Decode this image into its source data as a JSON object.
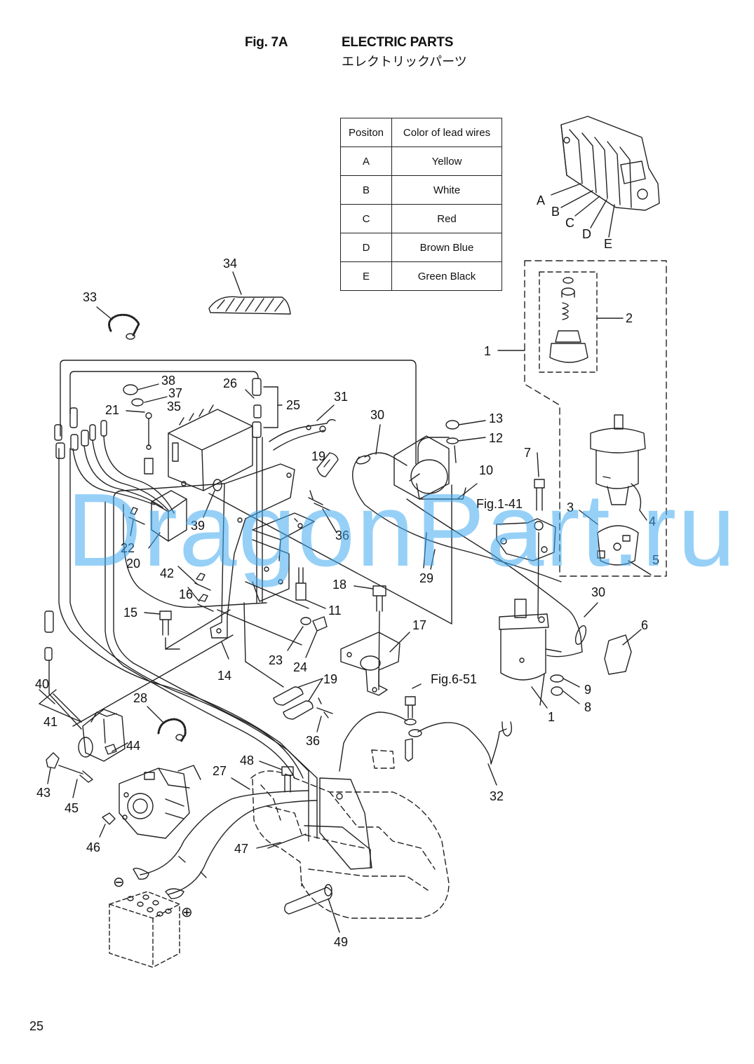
{
  "header": {
    "figure": "Fig. 7A",
    "title_en": "ELECTRIC PARTS",
    "title_jp": "エレクトリックパーツ"
  },
  "wire_table": {
    "headers": [
      "Positon",
      "Color of lead wires"
    ],
    "rows": [
      {
        "pos": "A",
        "color": "Yellow"
      },
      {
        "pos": "B",
        "color": "White"
      },
      {
        "pos": "C",
        "color": "Red"
      },
      {
        "pos": "D",
        "color": "Brown Blue"
      },
      {
        "pos": "E",
        "color": "Green Black"
      }
    ]
  },
  "refs": {
    "fig1_41": "Fig.1-41",
    "fig6_51": "Fig.6-51"
  },
  "callouts": {
    "n1": "1",
    "n2": "2",
    "n3": "3",
    "n4": "4",
    "n5": "5",
    "n6": "6",
    "n7": "7",
    "n8": "8",
    "n9": "9",
    "n10": "10",
    "n11": "11",
    "n12": "12",
    "n13": "13",
    "n14": "14",
    "n15": "15",
    "n16": "16",
    "n17": "17",
    "n18": "18",
    "n19": "19",
    "n20": "20",
    "n21": "21",
    "n22": "22",
    "n23": "23",
    "n24": "24",
    "n25": "25",
    "n26": "26",
    "n27": "27",
    "n28": "28",
    "n29": "29",
    "n30": "30",
    "n31": "31",
    "n32": "32",
    "n33": "33",
    "n34": "34",
    "n35": "35",
    "n36": "36",
    "n37": "37",
    "n38": "38",
    "n39": "39",
    "n40": "40",
    "n41": "41",
    "n42": "42",
    "n43": "43",
    "n44": "44",
    "n45": "45",
    "n46": "46",
    "n47": "47",
    "n48": "48",
    "n49": "49",
    "lA": "A",
    "lB": "B",
    "lC": "C",
    "lD": "D",
    "lE": "E"
  },
  "battery": {
    "minus": "⊖",
    "plus": "⊕"
  },
  "watermark": "DragonPart.ru",
  "page_number": "25"
}
